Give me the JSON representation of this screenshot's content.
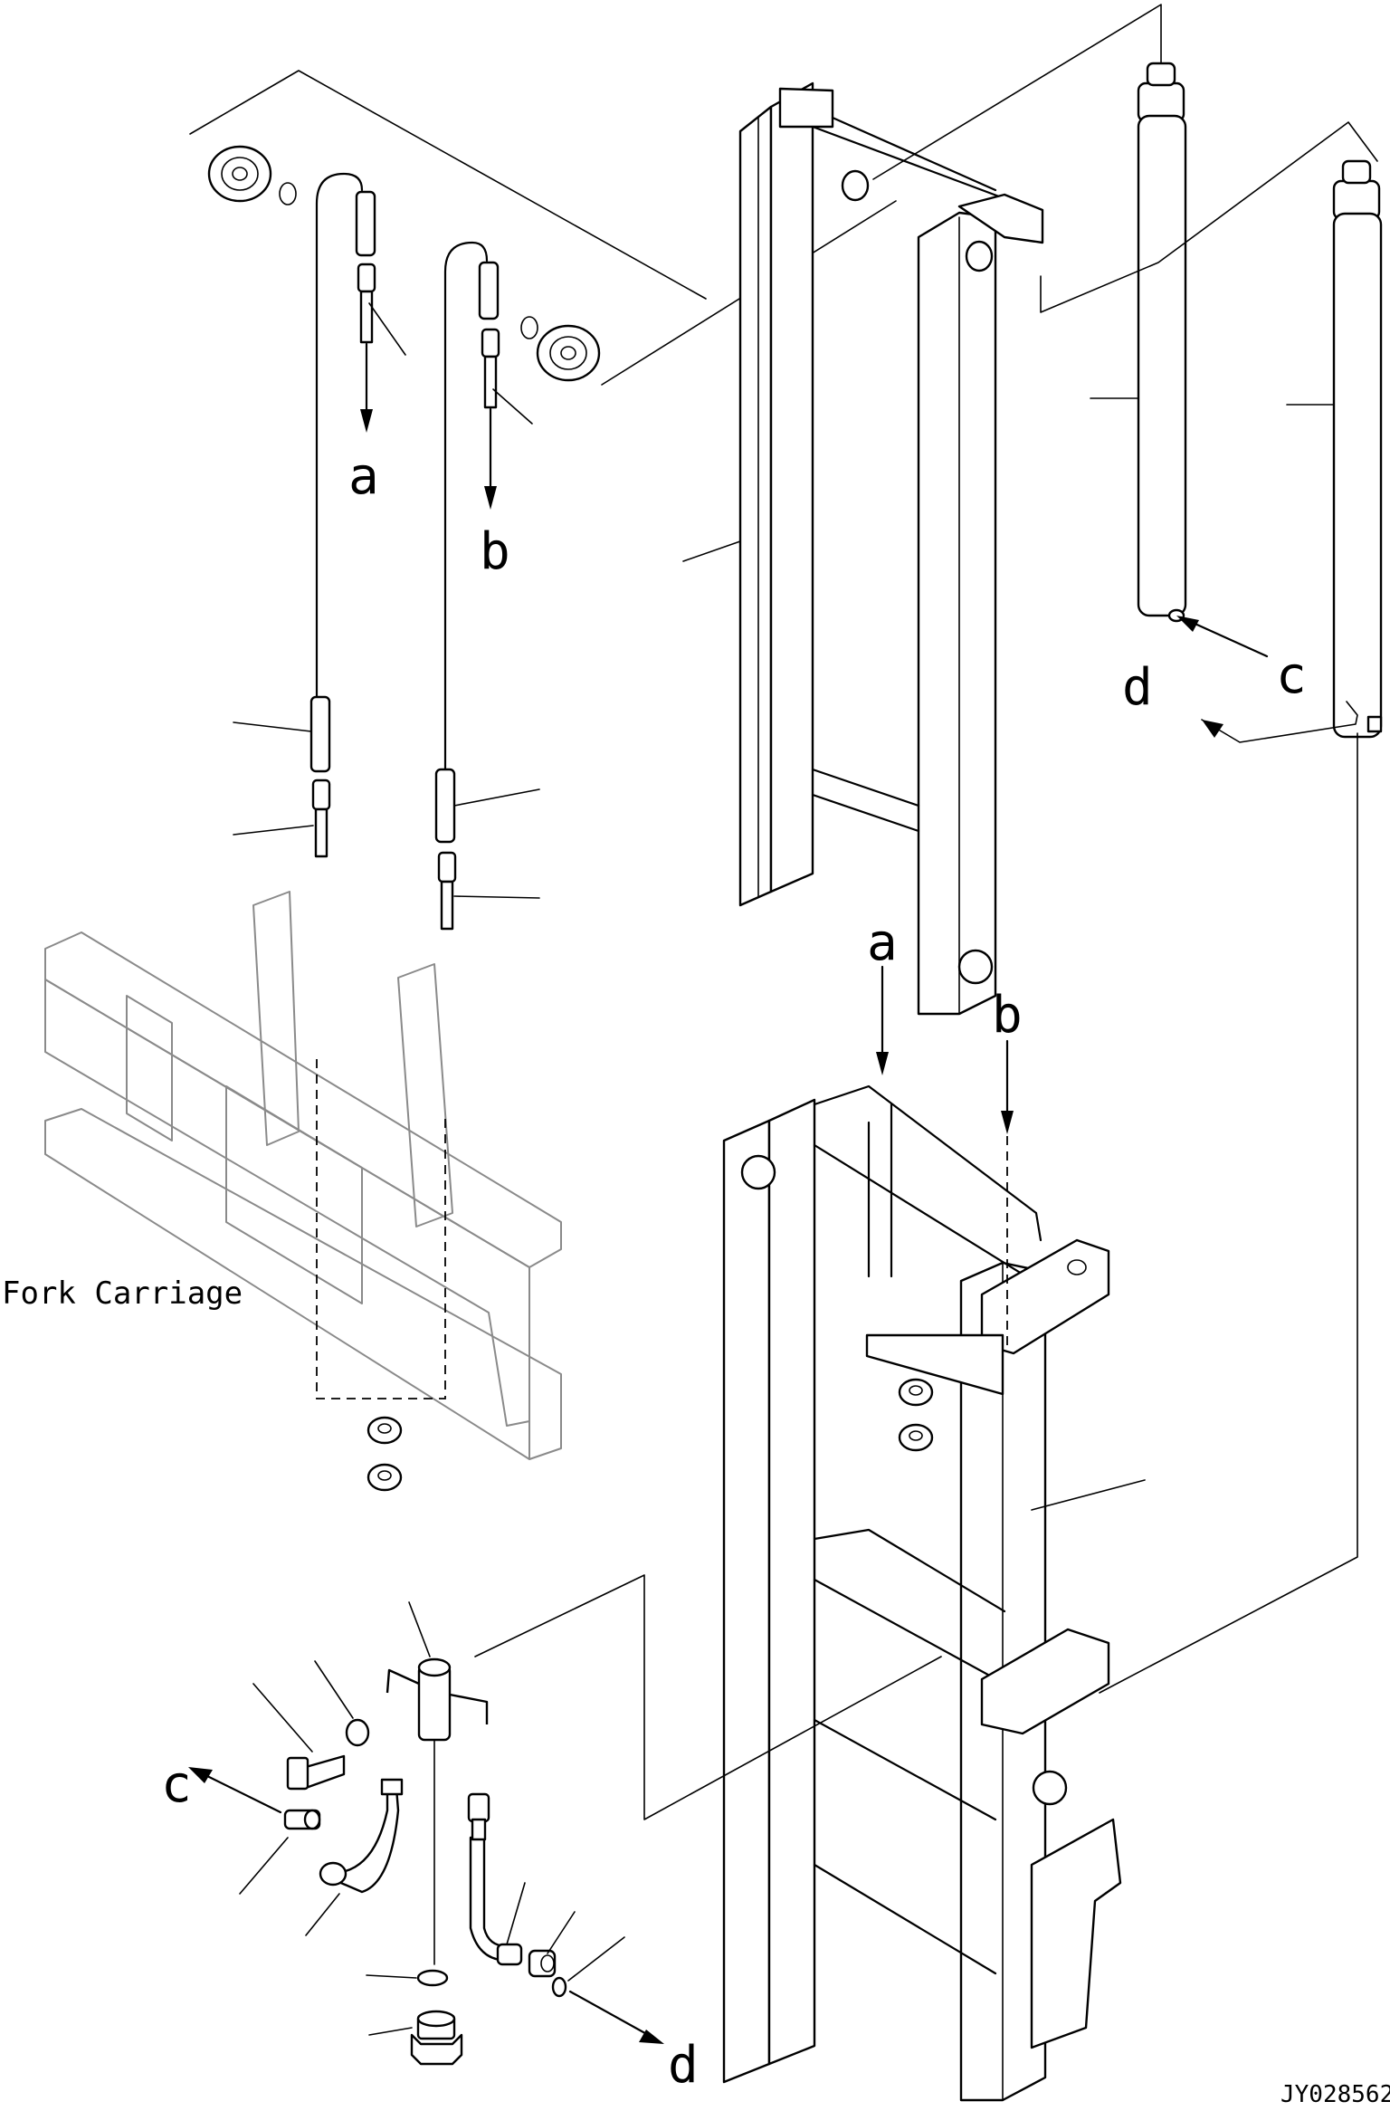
{
  "callouts": {
    "a_top": "a",
    "b_top": "b",
    "c_top": "c",
    "d_top": "d",
    "a_lower": "a",
    "b_lower": "b",
    "c_lower": "c",
    "d_lower": "d"
  },
  "captions": {
    "fork_carriage": "Fork Carriage"
  },
  "drawing_code": "JY028562"
}
